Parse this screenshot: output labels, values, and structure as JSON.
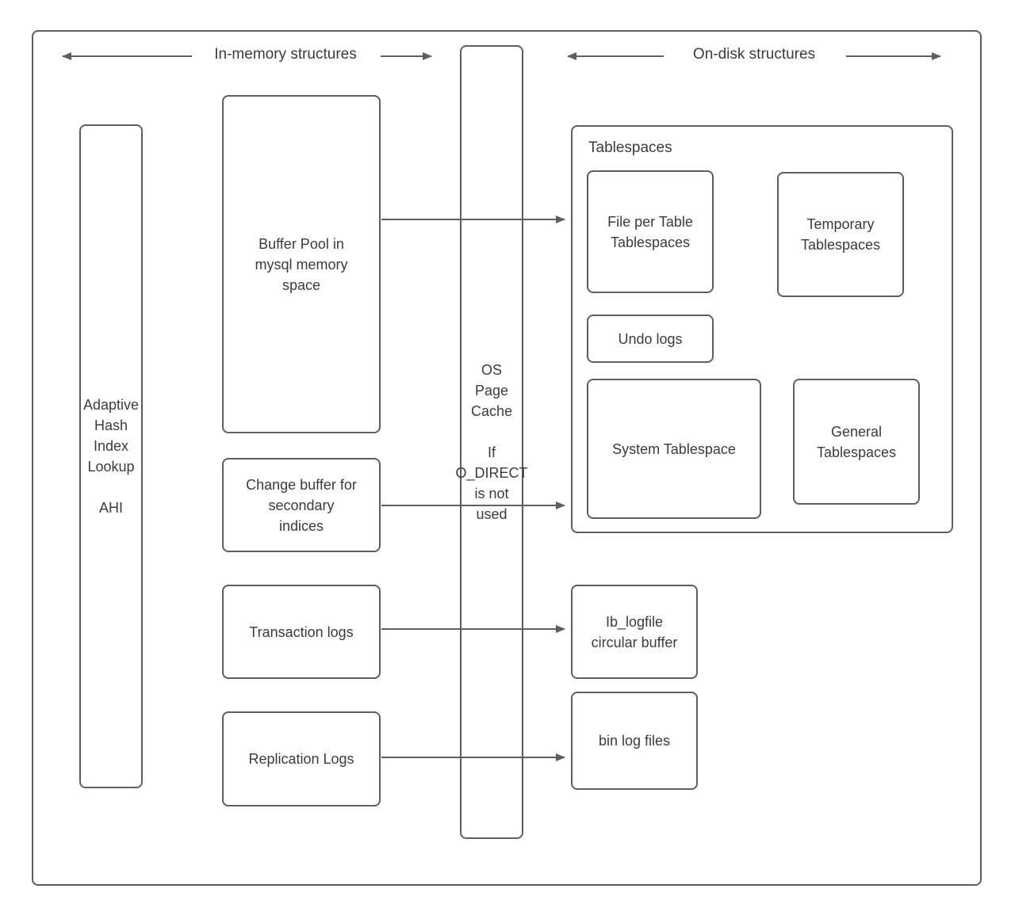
{
  "diagram": {
    "headers": {
      "in_memory": "In-memory structures",
      "on_disk": "On-disk structures"
    },
    "colors": {
      "stroke": "#5e5e5e",
      "text": "#3b3b3b",
      "background": "#ffffff"
    },
    "nodes": {
      "ahi": {
        "title": "Adaptive\nHash\nIndex\nLookup",
        "abbr": "AHI"
      },
      "buffer_pool": {
        "label": "Buffer Pool in\nmysql memory\nspace"
      },
      "change_buffer": {
        "label": "Change buffer for\nsecondary\nindices"
      },
      "transaction_logs": {
        "label": "Transaction logs"
      },
      "replication_logs": {
        "label": "Replication Logs"
      },
      "os_page_cache": {
        "title": "OS\nPage\nCache",
        "condition": "If\nO_DIRECT\nis not\nused"
      },
      "tablespaces_group": {
        "title": "Tablespaces"
      },
      "file_per_table": {
        "label": "File per Table\nTablespaces"
      },
      "temporary_tablespaces": {
        "label": "Temporary\nTablespaces"
      },
      "undo_logs": {
        "label": "Undo logs"
      },
      "system_tablespace": {
        "label": "System Tablespace"
      },
      "general_tablespaces": {
        "label": "General\nTablespaces"
      },
      "ib_logfile": {
        "label": "Ib_logfile\ncircular buffer"
      },
      "bin_log_files": {
        "label": "bin log files"
      }
    }
  }
}
